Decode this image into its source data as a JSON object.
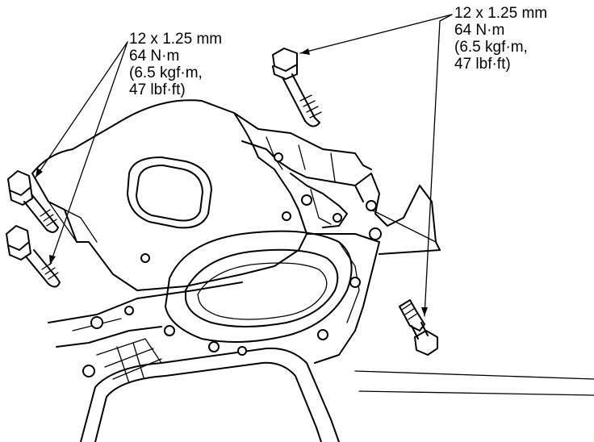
{
  "callouts": {
    "left": {
      "size": "12 x 1.25 mm",
      "torque_nm": "64 N·m",
      "torque_kgfm": "(6.5 kgf·m,",
      "torque_lbfft": "47 lbf·ft)"
    },
    "right": {
      "size": "12 x 1.25 mm",
      "torque_nm": "64 N·m",
      "torque_kgfm": "(6.5 kgf·m,",
      "torque_lbfft": "47 lbf·ft)"
    }
  },
  "colors": {
    "ink": "#000000",
    "background": "#ffffff"
  }
}
